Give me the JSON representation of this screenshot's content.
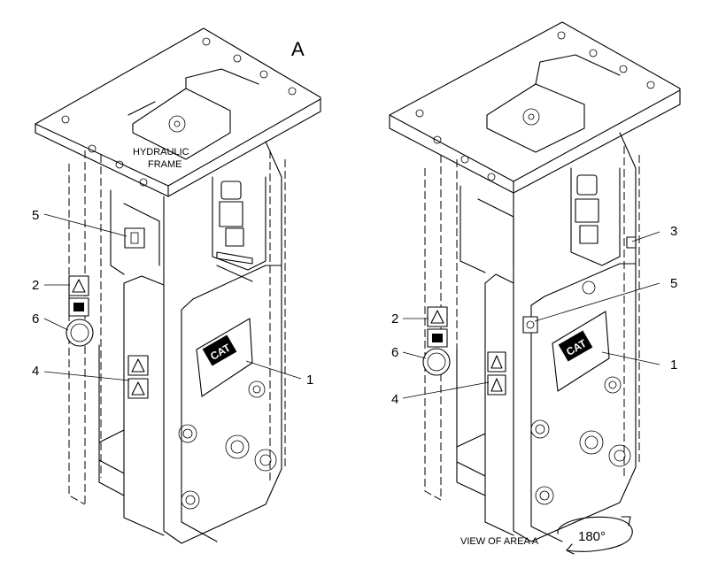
{
  "area_label": "A",
  "frame_label_line1": "HYDRAULIC",
  "frame_label_line2": "FRAME",
  "left_callouts": [
    "5",
    "2",
    "6",
    "4",
    "1"
  ],
  "right_callouts": [
    "3",
    "5",
    "2",
    "6",
    "4",
    "1"
  ],
  "view_caption": "VIEW OF AREA A",
  "rotation_label": "180°",
  "logo_text": "CAT"
}
